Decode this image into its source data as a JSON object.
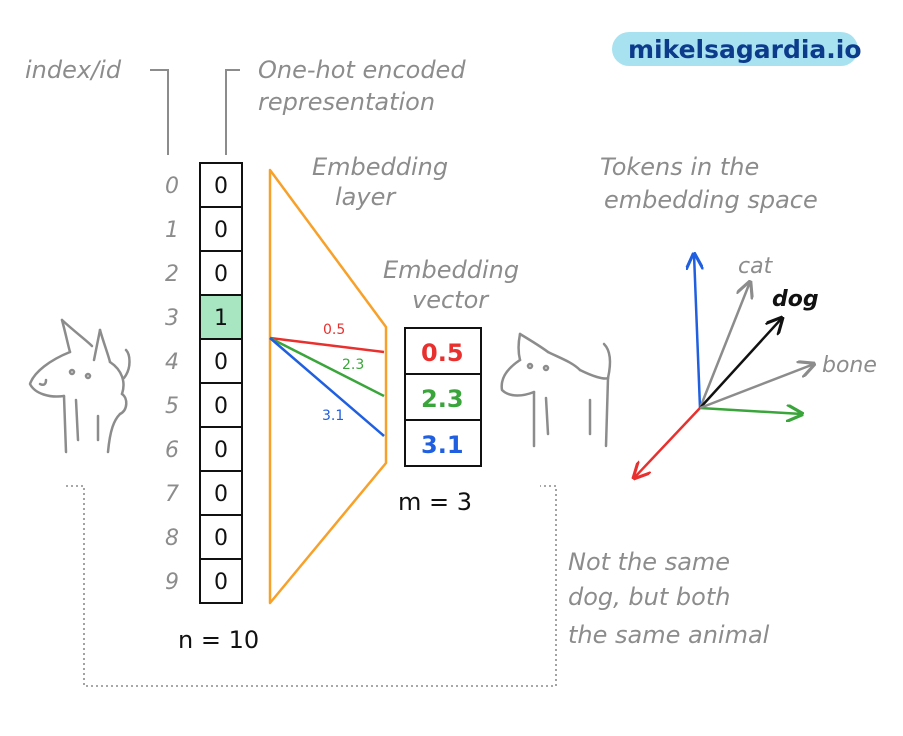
{
  "brand": "mikelsagardia.io",
  "labels": {
    "index_id": "index/id",
    "one_hot_line1": "One-hot encoded",
    "one_hot_line2": "representation",
    "embedding_layer_line1": "Embedding",
    "embedding_layer_line2": "layer",
    "embedding_vector_line1": "Embedding",
    "embedding_vector_line2": "vector",
    "tokens_line1": "Tokens in the",
    "tokens_line2": "embedding space",
    "n_label": "n = 10",
    "m_label": "m = 3",
    "note_line1": "Not the same",
    "note_line2": "dog, but both",
    "note_line3": "the same animal"
  },
  "indices": [
    "0",
    "1",
    "2",
    "3",
    "4",
    "5",
    "6",
    "7",
    "8",
    "9"
  ],
  "one_hot": [
    "0",
    "0",
    "0",
    "1",
    "0",
    "0",
    "0",
    "0",
    "0",
    "0"
  ],
  "active_index": 3,
  "weights": [
    {
      "label": "0.5",
      "color": "#e8312f"
    },
    {
      "label": "2.3",
      "color": "#3aa53a"
    },
    {
      "label": "3.1",
      "color": "#1f5fe0"
    }
  ],
  "vector": [
    "0.5",
    "2.3",
    "3.1"
  ],
  "space_tokens": {
    "cat": "cat",
    "dog": "dog",
    "bone": "bone"
  },
  "colors": {
    "orange": "#f7a12a",
    "highlight": "#a8e6c2",
    "brand_bg": "#a8e2f0",
    "brand_text": "#0d3b8c",
    "gray": "#8c8c8c",
    "blue_axis": "#1f5fe0",
    "green_axis": "#3aa53a",
    "red_axis": "#e8312f"
  }
}
